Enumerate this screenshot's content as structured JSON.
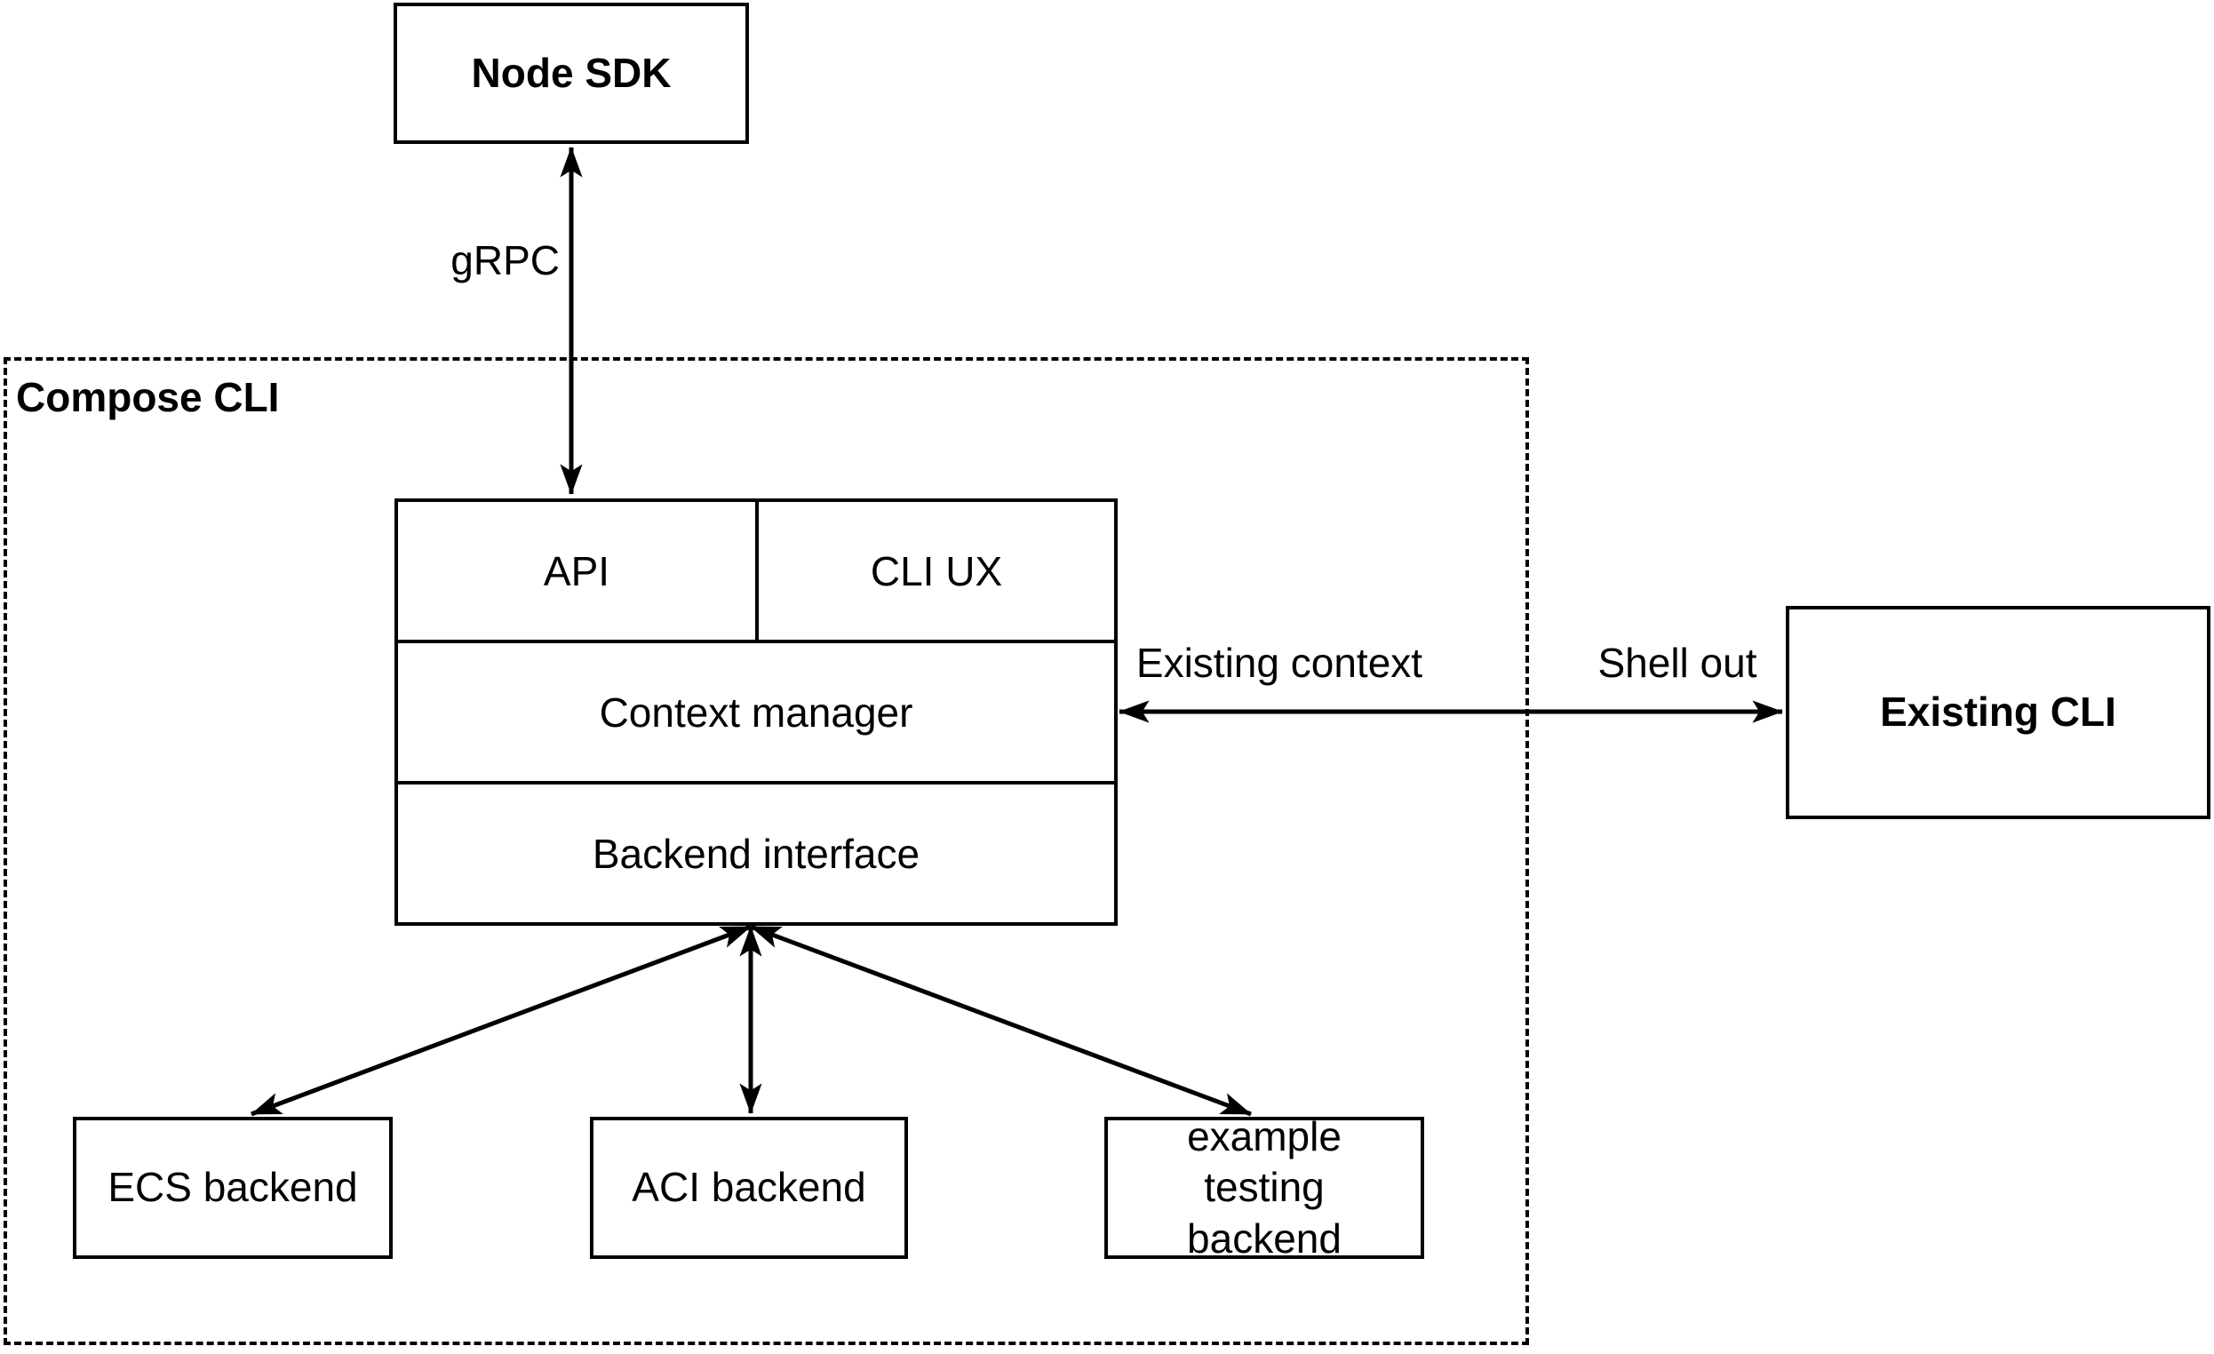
{
  "container": {
    "label": "Compose CLI"
  },
  "nodes": {
    "node_sdk": {
      "label": "Node SDK"
    },
    "api": {
      "label": "API"
    },
    "cli_ux": {
      "label": "CLI UX"
    },
    "context_manager": {
      "label": "Context manager"
    },
    "backend_interface": {
      "label": "Backend interface"
    },
    "existing_cli": {
      "label": "Existing CLI"
    },
    "ecs_backend": {
      "label": "ECS backend"
    },
    "aci_backend": {
      "label": "ACI backend"
    },
    "example_testing_backend": {
      "label": "example testing backend"
    }
  },
  "edges": {
    "grpc": {
      "label": "gRPC",
      "style": "double-arrow"
    },
    "existing_context": {
      "label": "Existing context",
      "style": "double-arrow"
    },
    "shell_out": {
      "label": "Shell out",
      "style": "double-arrow"
    },
    "backend_to_ecs": {
      "label": "",
      "style": "double-arrow"
    },
    "backend_to_aci": {
      "label": "",
      "style": "double-arrow"
    },
    "backend_to_example_testing": {
      "label": "",
      "style": "double-arrow"
    }
  },
  "colors": {
    "stroke": "#000000",
    "background": "#ffffff"
  }
}
